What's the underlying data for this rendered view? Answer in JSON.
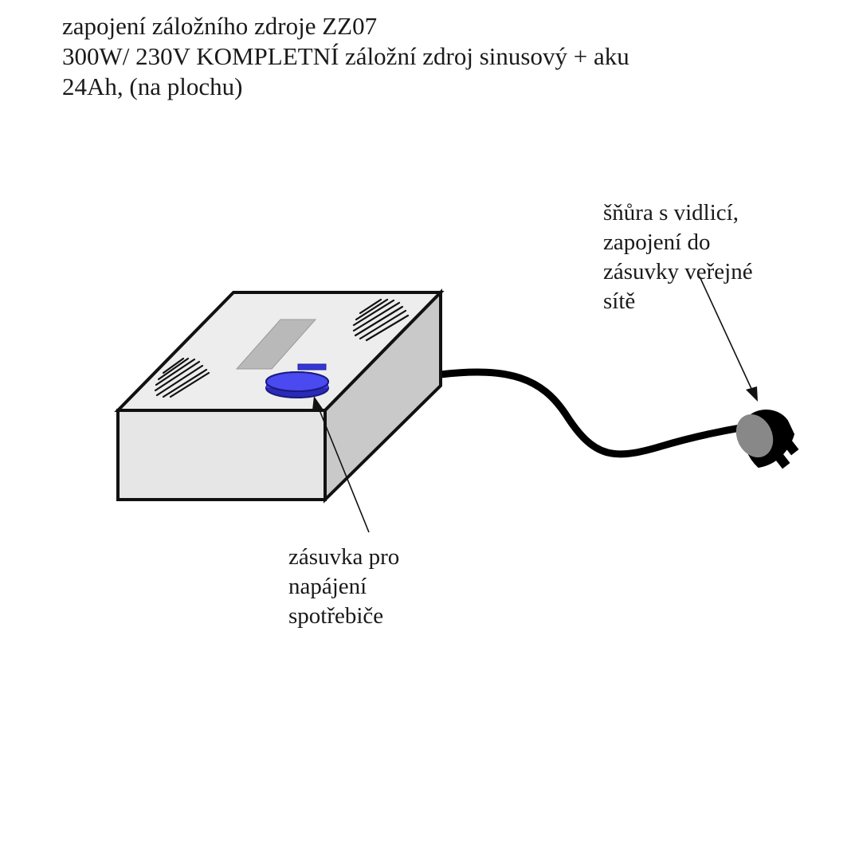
{
  "title": {
    "line1": "zapojení záložního zdroje ZZ07",
    "line2": "300W/ 230V KOMPLETNÍ záložní zdroj sinusový + aku",
    "line3": "24Ah, (na plochu)"
  },
  "labels": {
    "plug": {
      "line1": "šňůra s vidlicí,",
      "line2": "zapojení do",
      "line3": "zásuvky veřejné",
      "line4": "sítě"
    },
    "outlet": {
      "line1": "zásuvka pro",
      "line2": "napájení",
      "line3": "spotřebiče"
    }
  },
  "colors": {
    "outlet": "#3535d8",
    "outline": "#111111",
    "box_front": "#e6e6e6",
    "box_top": "#ededed",
    "box_side": "#c9c9c9",
    "display": "#b9b9b9",
    "cable": "#000000",
    "plug_face": "#888888"
  }
}
